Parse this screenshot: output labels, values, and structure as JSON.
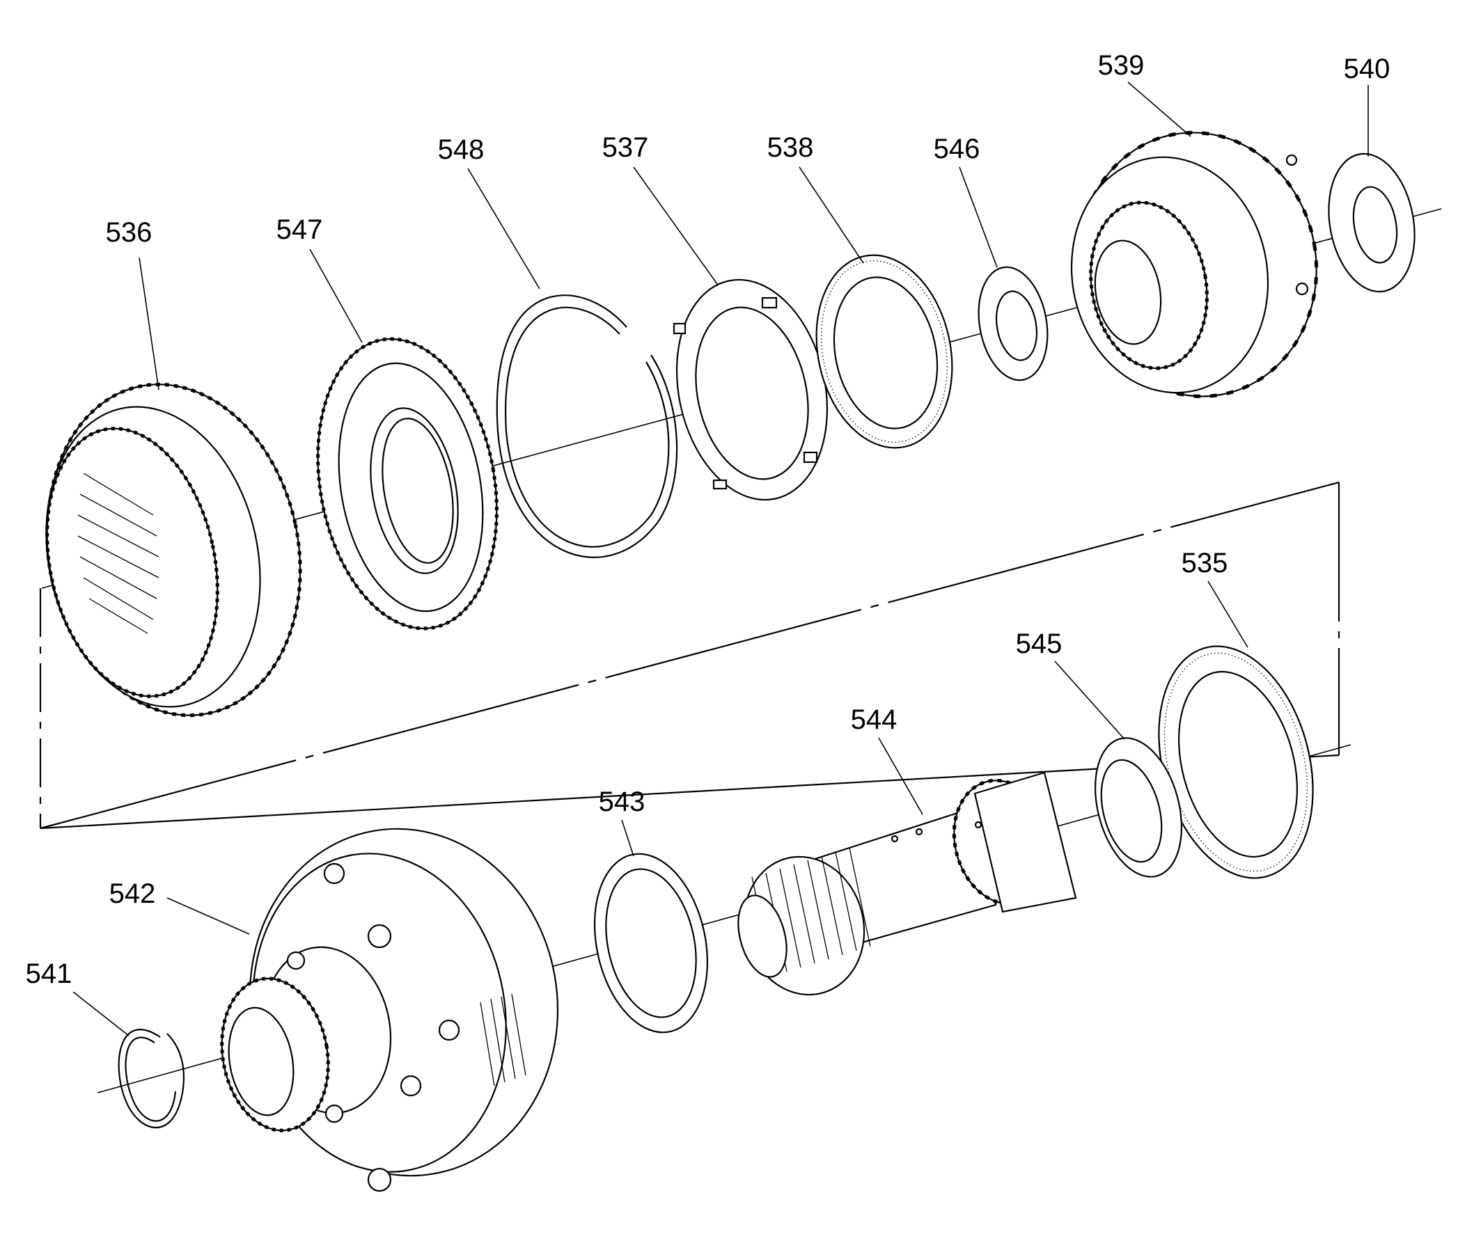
{
  "callouts": [
    {
      "id": "536",
      "text": "536"
    },
    {
      "id": "547",
      "text": "547"
    },
    {
      "id": "548",
      "text": "548"
    },
    {
      "id": "537",
      "text": "537"
    },
    {
      "id": "538",
      "text": "538"
    },
    {
      "id": "546",
      "text": "546"
    },
    {
      "id": "539",
      "text": "539"
    },
    {
      "id": "540",
      "text": "540"
    },
    {
      "id": "535",
      "text": "535"
    },
    {
      "id": "545",
      "text": "545"
    },
    {
      "id": "544",
      "text": "544"
    },
    {
      "id": "543",
      "text": "543"
    },
    {
      "id": "542",
      "text": "542"
    },
    {
      "id": "541",
      "text": "541"
    }
  ]
}
